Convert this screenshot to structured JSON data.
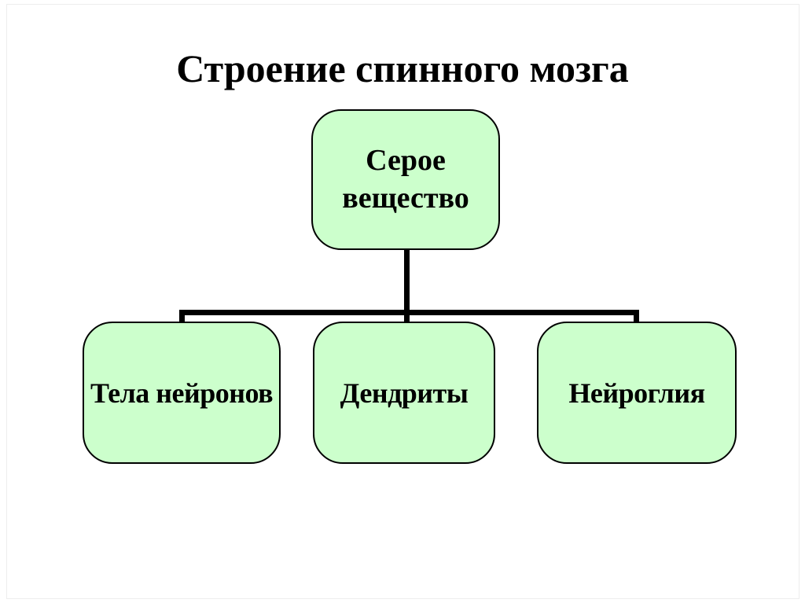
{
  "slide": {
    "title": "Строение спинного мозга",
    "background_color": "#ffffff",
    "frame_color": "#ededed",
    "text_color": "#000000"
  },
  "diagram": {
    "node_fill_color": "#ccffcc",
    "node_border_color": "#000000",
    "connector_color": "#000000",
    "root": {
      "label": "Серое вещество"
    },
    "children": [
      {
        "label": "Тела нейронов"
      },
      {
        "label": "Дендриты"
      },
      {
        "label": "Нейроглия"
      }
    ]
  }
}
